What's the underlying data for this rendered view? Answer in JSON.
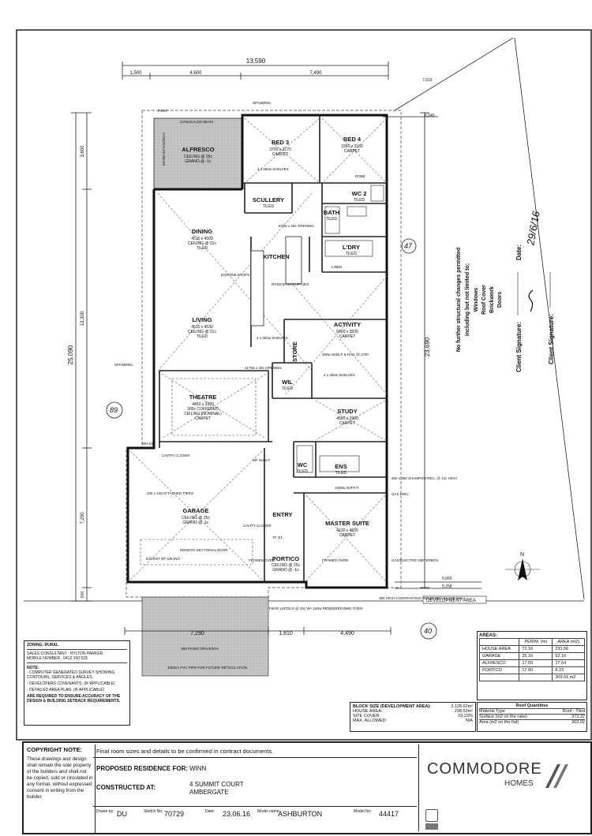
{
  "dimensions": {
    "top_total": "13,590",
    "top_segments": [
      "1,500",
      "4,600",
      "7,490"
    ],
    "left_total": "25,090",
    "left_segments": [
      "3,600",
      "13,300",
      "7,200",
      "600"
    ],
    "right_total": "23,690",
    "bottom_segments": [
      "7,290",
      "1,810",
      "4,490"
    ],
    "diag_top": "7,619",
    "diag_right": "6,945",
    "setback_1": "5,060",
    "setback_2": "5,258",
    "spandrel_top": "SPANDREL",
    "spandrel_left": "SPANDREL",
    "post": "POST"
  },
  "rooms": [
    {
      "name": "ALFRESCO",
      "sub": [
        "CEILING @ 25c",
        "GRANO @ -1c"
      ]
    },
    {
      "name": "BED 3",
      "sub": [
        "3700 x 3170",
        "CARPET"
      ]
    },
    {
      "name": "BED 4",
      "sub": [
        "3360 x 3150",
        "CARPET"
      ]
    },
    {
      "name": "SCULLERY",
      "sub": [
        "TILED"
      ]
    },
    {
      "name": "WC 2",
      "sub": [
        "TILED"
      ]
    },
    {
      "name": "BATH",
      "sub": [
        "TILED"
      ]
    },
    {
      "name": "L'DRY",
      "sub": [
        "TILED"
      ]
    },
    {
      "name": "DINING",
      "sub": [
        "4510 x 4500",
        "CEILING @ 31c",
        "TILED"
      ]
    },
    {
      "name": "KITCHEN",
      "sub": []
    },
    {
      "name": "LIVING",
      "sub": [
        "4510 x 4530",
        "CEILING @ 31c",
        "TILED"
      ]
    },
    {
      "name": "ACTIVITY",
      "sub": [
        "6000 x 3830",
        "CARPET"
      ]
    },
    {
      "name": "STORE",
      "sub": []
    },
    {
      "name": "WIL",
      "sub": [
        "TILED"
      ]
    },
    {
      "name": "THEATRE",
      "sub": [
        "4450 x 3320",
        "300c COFFERED",
        "CEILING (NOMINAL)",
        "CARPET"
      ]
    },
    {
      "name": "STUDY",
      "sub": [
        "4580 x 2900",
        "CARPET"
      ]
    },
    {
      "name": "WC",
      "sub": [
        "TILED"
      ]
    },
    {
      "name": "ENS",
      "sub": [
        "TILED"
      ]
    },
    {
      "name": "GARAGE",
      "sub": [
        "CEILING @ 25c",
        "GRANO @ -1c"
      ]
    },
    {
      "name": "ENTRY",
      "sub": []
    },
    {
      "name": "MASTER SUITE",
      "sub": [
        "4130 x 4550",
        "CARPET"
      ]
    },
    {
      "name": "PORTICO",
      "sub": [
        "CEILING @ 25c",
        "GRANO @ -1c"
      ]
    }
  ],
  "notes_small": {
    "concealed_beam": "CONCEALED BEAM",
    "concealed_beam_side": "CONCEALED BEAM",
    "shelves_bed": "4 x 450w SHELVES",
    "shelves_living": "4 x 450w SHELVES",
    "robe": "ROBE",
    "estone": "E/STONE BTOPS",
    "rhood": "R/HOOD GAS HP UEO",
    "opening": "870w x 25c OPENING",
    "theatre_opening": "1170w x 25c OPENING",
    "shelf_rail": "450w SHELF & RAIL @ 1700",
    "shelves_wil": "4 x 450w SHELVES",
    "linen": "LINEN",
    "cavity_closer": "CAVITY CLOSER",
    "cavity_closer_2": "CAVITY CLOSER",
    "attached_piers": "230 x 100 ATTACHED PIERS",
    "remote_door": "REMOTE SECTIONAL DOOR",
    "extent_grano": "EXTENT OF GRANO",
    "framed_over": "FRAMED OVER",
    "framed_over_2": "FRAMED OVER",
    "soffit": "1000w SOFFIT",
    "gas_hwu": "GAS HWU",
    "shampoo": "650 x 350 SHAMPOO REC. @ 14c HIGH",
    "gas_electric": "GAS/ELECTRIC METERBOX",
    "tbar": "T-BAR LINTELS @ 25c W/- 180w RENDERED BWK OVER",
    "contrasting": "380 HIGH CONTRASTING RENDERED BLADE WALL",
    "driveway": "BM PAVED DRIVEWAY",
    "pvc_pipe": "100mm PVC PIPE FOR FUTURE RETICULATION",
    "mh": "MH 3/1",
    "mf_shelf": "MF SHELF",
    "tf": "TF 3/1",
    "dev_area": "DEVELOPMENT AREA",
    "compass_n": "N"
  },
  "side_note": {
    "lines": [
      "No further structural changes permitted",
      "including but not limited to;",
      "Windows",
      "Roof Cover",
      "Brickwork",
      "Doors"
    ],
    "client_sig_1": "Client Signature:",
    "client_sig_2": "Client Signature:",
    "date_label": "Date:"
  },
  "info_left": {
    "zoning": "ZONING: RURAL",
    "consultant": "SALES CONSULTANT : HYLTON PARKER",
    "mobile": "MOBILE NUMBER : 0412 150 523",
    "note_title": "NOTE:",
    "notes": [
      "- COMPUTER GENERATED SURVEY SHOWING CONTOURS, SERVICES & ANGLES.",
      "- DEVELOPERS COVENANTS. (IF APPLICABLE)",
      "- DETAILED AREA PLAN. (IF APPLICABLE)",
      "ARE REQUIRED TO ENSURE ACCURACY OF THE DESIGN & BUILDING SETBACK REQUIREMENTS."
    ]
  },
  "areas_table": {
    "title": "AREAS:",
    "headers": [
      "",
      "PERIM. (m)",
      "AREA (m2)"
    ],
    "rows": [
      [
        "HOUSE AREA",
        "72.16",
        "231.56"
      ],
      [
        "GARAGE",
        "25.16",
        "52.16"
      ],
      [
        "ALFRESCO",
        "17.00",
        "17.64"
      ],
      [
        "PORTICO",
        "17.00",
        "8.23"
      ]
    ],
    "total": "309.51 m2"
  },
  "block_info": {
    "labels": [
      "BLOCK SIZE (DEVELOPMENT AREA):",
      "HOUSE AREA:",
      "SITE COVER:",
      "MAX. ALLOWED:"
    ],
    "values": [
      "3,128.62m²",
      "238.53m²",
      "03.23%",
      "N/A"
    ]
  },
  "roof": {
    "title": "Roof Quantities",
    "headers": [
      "Material Type",
      "Roof - Tiled"
    ],
    "rows": [
      [
        "Surface (m2 on the rake)",
        "373.22"
      ],
      [
        "Area (m2 on the flat)",
        "303.02"
      ]
    ]
  },
  "title_block": {
    "copyright_title": "COPYRIGHT NOTE:",
    "copyright_text": "These drawings and design shall remain the sole property of the builders and shall not be copied, sold or circulated in any format, without expressed consent in writing from the builder.",
    "final_note": "Final room sizes and details to be confirmed in contract documents.",
    "proposed_label": "PROPOSED RESIDENCE FOR:",
    "proposed_value": "WINN",
    "constructed_label": "CONSTRUCTED AT:",
    "constructed_line1": "4 SUMMIT COURT",
    "constructed_line2": "AMBERGATE",
    "drawn_label": "Drawn by:",
    "drawn_value": "DU",
    "sketch_label": "Sketch No:",
    "sketch_value": "70729",
    "date_label": "Date:",
    "date_value": "23.06.16",
    "model_label": "Model name:",
    "model_value": "ASHBURTON",
    "model_no_label": "Model No:",
    "model_no_value": "44417",
    "logo_line1": "COMMODORE",
    "logo_line2": "HOMES"
  },
  "handwriting": {
    "date": "29/6/16",
    "marks": [
      "89",
      "47",
      "40"
    ]
  },
  "colors": {
    "ink": "#111111",
    "shade": "#b8b8b8",
    "paper": "#ffffff"
  }
}
